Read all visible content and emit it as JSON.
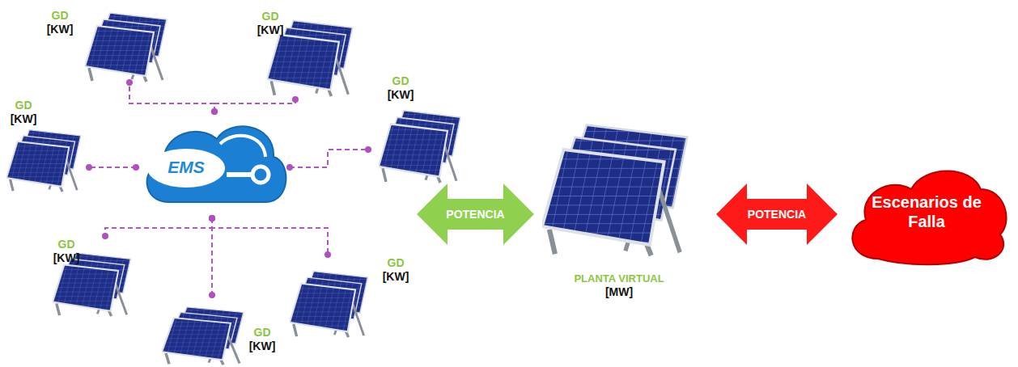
{
  "diagram": {
    "nodes": [
      {
        "text": [
          "GD",
          "[KW]"
        ]
      },
      {
        "text": [
          "GD",
          "[KW]"
        ]
      },
      {
        "text": [
          "GD",
          "[KW]"
        ]
      },
      {
        "text": [
          "GD",
          "[KW]"
        ]
      },
      {
        "text": [
          "EMS"
        ]
      },
      {
        "text": [
          "GD",
          "[KW]"
        ]
      },
      {
        "text": [
          "GD",
          "[KW]"
        ]
      },
      {
        "text": [
          "GD",
          "[KW]"
        ]
      },
      {
        "text": [
          "PLANTA VIRTUAL",
          "[MW]"
        ]
      },
      {
        "text": [
          "Escenarios de Falla"
        ]
      }
    ],
    "edges": [
      {
        "from": 4,
        "to": 0,
        "arrow": "none"
      },
      {
        "from": 4,
        "to": 1,
        "arrow": "none"
      },
      {
        "from": 4,
        "to": 2,
        "arrow": "none"
      },
      {
        "from": 4,
        "to": 3,
        "arrow": "none"
      },
      {
        "from": 4,
        "to": 5,
        "arrow": "none"
      },
      {
        "from": 4,
        "to": 6,
        "arrow": "none"
      },
      {
        "from": 4,
        "to": 7,
        "arrow": "none"
      },
      {
        "from": 4,
        "to": 8,
        "label": "POTENCIA",
        "arrow": "both"
      },
      {
        "from": 8,
        "to": 9,
        "label": "POTENCIA",
        "arrow": "both"
      }
    ]
  }
}
